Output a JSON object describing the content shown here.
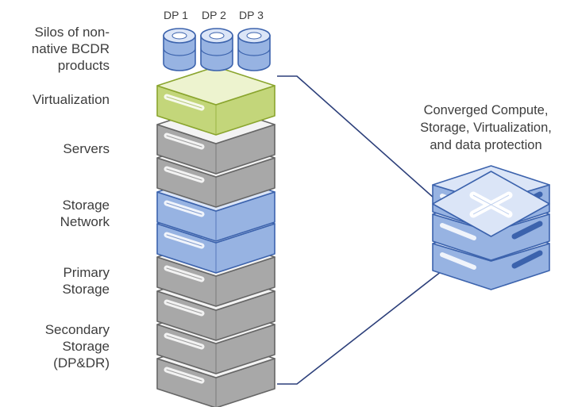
{
  "dp_labels": [
    "DP 1",
    "DP 2",
    "DP 3"
  ],
  "layers": {
    "silos": [
      "Silos of non-",
      "native BCDR",
      "products"
    ],
    "virtualization": [
      "Virtualization"
    ],
    "servers": [
      "Servers"
    ],
    "storage_network": [
      "Storage",
      "Network"
    ],
    "primary_storage": [
      "Primary",
      "Storage"
    ],
    "secondary_storage": [
      "Secondary",
      "Storage",
      "(DP&DR)"
    ]
  },
  "converged": [
    "Converged Compute,",
    "Storage, Virtualization,",
    "and data protection"
  ],
  "colors": {
    "green_top": "#edf3cf",
    "green_side": "#c3d67a",
    "green_stroke": "#8aa52e",
    "gray_top": "#f3f3f3",
    "gray_side": "#a8a8a8",
    "gray_stroke": "#666666",
    "blue_top": "#dbe5f7",
    "blue_side": "#97b3e2",
    "blue_stroke": "#3c63ad",
    "connector": "#2c3f7a",
    "text": "#3d3d3d"
  }
}
